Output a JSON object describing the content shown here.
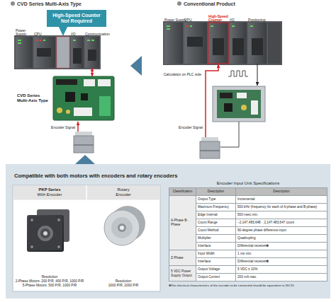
{
  "diagram": {
    "nodes": [
      {
        "text": [
          "High-Speed Counter Not Required"
        ]
      },
      {
        "text": [
          "Power Supply"
        ]
      },
      {
        "text": [
          "CPU"
        ]
      },
      {
        "text": [
          "I/O"
        ]
      },
      {
        "text": [
          "Communication"
        ]
      },
      {
        "text": [
          "CVD Series Multi-Axis Type"
        ]
      },
      {
        "text": [
          "Power Supply"
        ]
      },
      {
        "text": [
          "CPU"
        ]
      },
      {
        "text": [
          "High-Speed Counter"
        ]
      },
      {
        "text": [
          "I/O"
        ]
      },
      {
        "text": [
          "Positioning"
        ]
      },
      {
        "text": [
          "Compatible with both motors with encoders and rotary encoders"
        ]
      },
      {
        "text": [
          "PKP Series",
          "With Encoder",
          "Resolution",
          "2-Phase Motors: 200 P/R, 400 P/R, 1000 P/R",
          "5-Phase Motors: 500 P/R, 1000 P/R"
        ],
        "in": 11
      },
      {
        "text": [
          "Rotary Encoder",
          "Resolution",
          "1000 P/R, 2000 P/R"
        ],
        "in": 11
      },
      {
        "text": [
          "Encoder Input Unit Specifications"
        ],
        "in": 11
      }
    ],
    "edges": [
      {
        "from": 4,
        "to": 5,
        "arrow": "both"
      }
    ],
    "labels": [
      "CVD Series Multi-Axis Type",
      "Conventional Product",
      "Encoder Signal",
      "Calculation on PLC side",
      "Encoder Signal",
      "Classification",
      "Description",
      "Description",
      "A-Phase B-Phase",
      "Output Type",
      "Incremental",
      "Maximum Frequency",
      "500 kHz (frequency for each of A-phase and B-phase)",
      "Edge Interval",
      "500 nsec min.",
      "Count Range",
      "−2,147,483,648→2,147,483,647 count",
      "Count Method",
      "90-degree phase difference input",
      "Multiplier",
      "Quadrupling",
      "Interface",
      "Differential receiver✽",
      "Z-Phase",
      "Input Width",
      "1 ms min.",
      "Interface",
      "Differential receiver✽",
      "5 VDC Power Supply Output",
      "Output Voltage",
      "5 VDC ± 10%",
      "Output Current",
      "200 mA max.",
      "✽The electrical characteristics of the encoder to be connected should be equivalent to 26C31."
    ]
  }
}
